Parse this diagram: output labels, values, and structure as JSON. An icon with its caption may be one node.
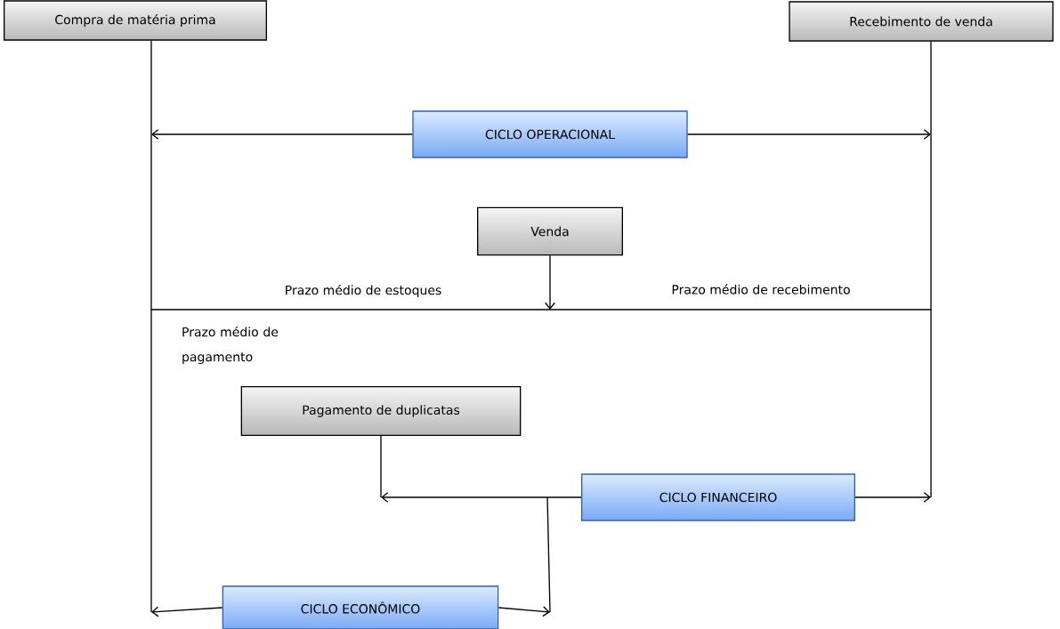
{
  "diagram": {
    "nodes": [
      {
        "text": [
          "Compra de matéria prima"
        ]
      },
      {
        "text": [
          "Recebimento de venda"
        ]
      },
      {
        "text": [
          "CICLO OPERACIONAL"
        ]
      },
      {
        "text": [
          "Venda"
        ]
      },
      {
        "text": [
          "Pagamento de duplicatas"
        ]
      },
      {
        "text": [
          "CICLO FINANCEIRO"
        ]
      },
      {
        "text": [
          "CICLO ECONÔMICO"
        ]
      }
    ],
    "edges": [
      {
        "from": 2,
        "to": null,
        "arrow": "to"
      },
      {
        "from": 2,
        "to": null,
        "arrow": "to"
      },
      {
        "from": 3,
        "to": null,
        "arrow": "to"
      },
      {
        "from": 5,
        "to": null,
        "arrow": "to"
      },
      {
        "from": 5,
        "to": null,
        "arrow": "to"
      },
      {
        "from": 6,
        "to": null,
        "arrow": "to"
      },
      {
        "from": 6,
        "to": null,
        "arrow": "to"
      },
      {
        "from": 4,
        "to": null,
        "arrow": "none"
      },
      {
        "from": 0,
        "to": 1,
        "arrow": "none"
      }
    ],
    "labels": [
      "Prazo médio de estoques",
      "Prazo médio de recebimento",
      "Prazo médio de pagamento"
    ]
  }
}
